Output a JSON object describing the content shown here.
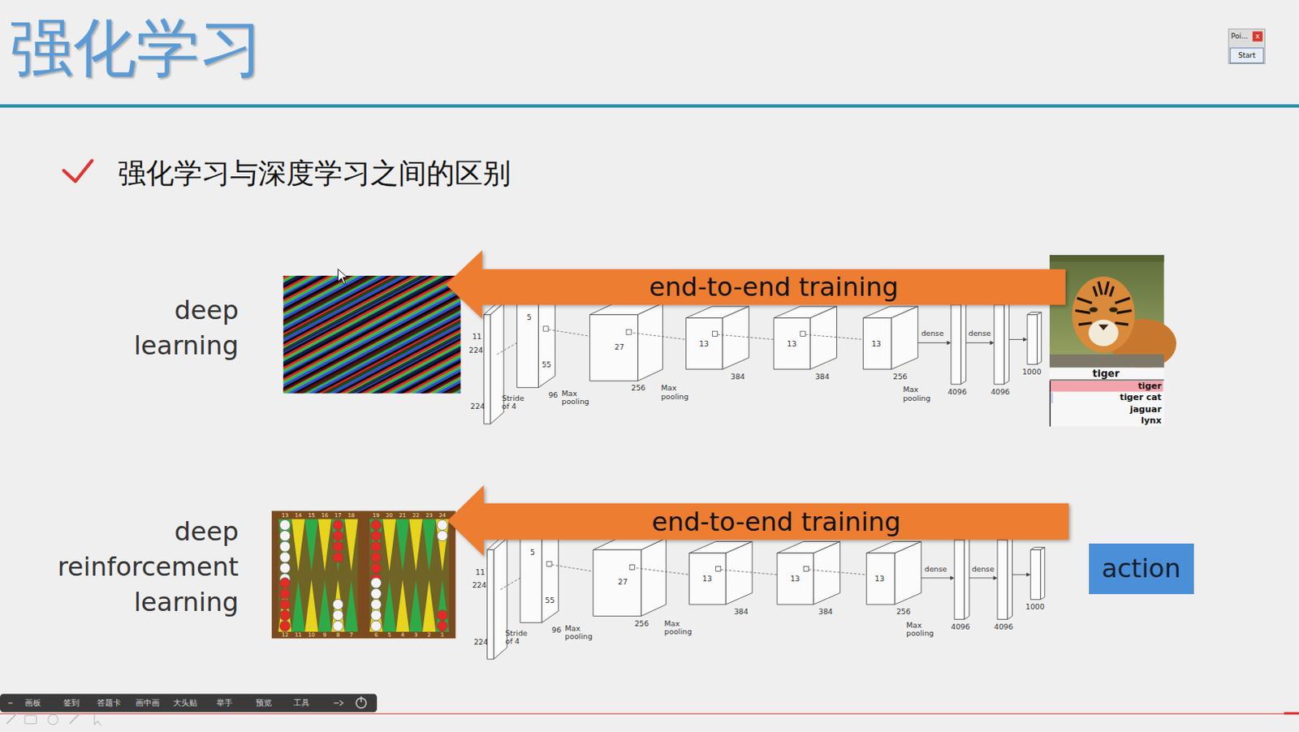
{
  "diagram": {
    "title": "强化学习",
    "nodes": [
      {
        "text": [
          "end-to-end training"
        ]
      },
      {
        "text": [
          "end-to-end training"
        ]
      },
      {
        "text": [
          "action"
        ]
      }
    ],
    "labels": [
      "强化学习与深度学习之间的区别",
      "deep learning",
      "deep reinforcement learning",
      "11",
      "224",
      "224",
      "Stride of 4",
      "5",
      "55",
      "96",
      "Max pooling",
      "27",
      "256",
      "Max pooling",
      "13",
      "384",
      "13",
      "384",
      "13",
      "256",
      "Max pooling",
      "dense",
      "dense",
      "4096",
      "4096",
      "1000",
      "tiger",
      "tiger",
      "tiger cat",
      "jaguar",
      "lynx",
      "13",
      "14",
      "15",
      "16",
      "17",
      "18",
      "19",
      "20",
      "21",
      "22",
      "23",
      "24",
      "12",
      "11",
      "10",
      "9",
      "8",
      "7",
      "6",
      "5",
      "4",
      "3",
      "2",
      "1",
      "11",
      "224",
      "224",
      "Stride of 4",
      "5",
      "55",
      "96",
      "Max pooling",
      "27",
      "256",
      "Max pooling",
      "13",
      "384",
      "13",
      "384",
      "13",
      "256",
      "Max pooling",
      "dense",
      "dense",
      "4096",
      "4096",
      "1000",
      "画板",
      "签到",
      "答题卡",
      "画中画",
      "大头贴",
      "举手",
      "预览",
      "工具",
      "Poi...",
      "x",
      "Start"
    ]
  }
}
